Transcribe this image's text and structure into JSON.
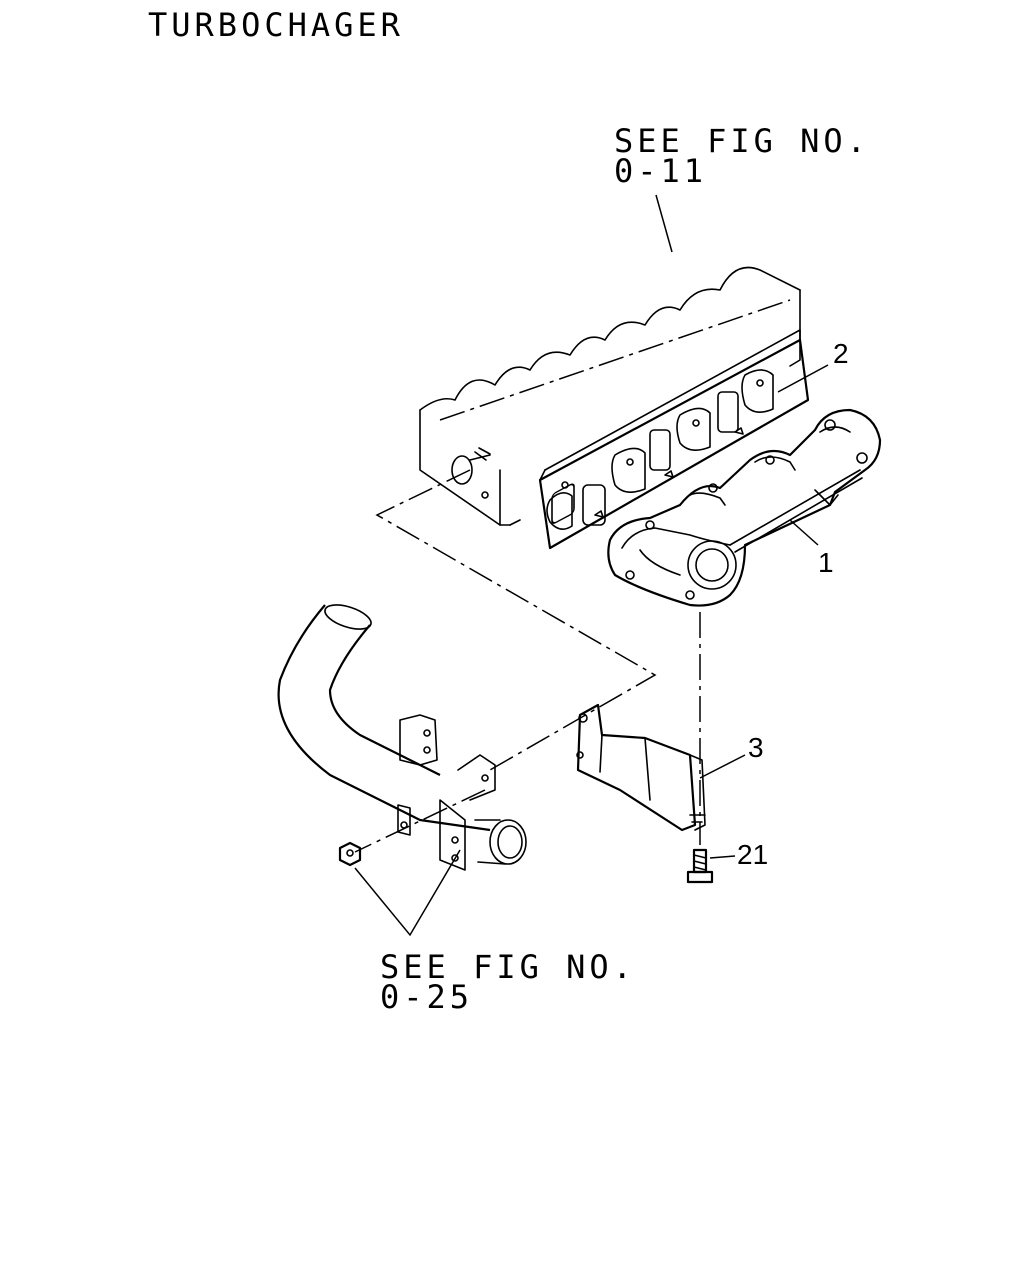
{
  "diagram": {
    "title": "TURBOCHAGER",
    "references": [
      {
        "line1": "SEE FIG NO.",
        "line2": "0-11"
      },
      {
        "line1": "SEE FIG NO.",
        "line2": "0-25"
      }
    ],
    "callouts": [
      {
        "number": "1",
        "part": "exhaust-manifold"
      },
      {
        "number": "2",
        "part": "manifold-gasket"
      },
      {
        "number": "3",
        "part": "heat-shield-bracket"
      },
      {
        "number": "21",
        "part": "bolt"
      }
    ]
  }
}
